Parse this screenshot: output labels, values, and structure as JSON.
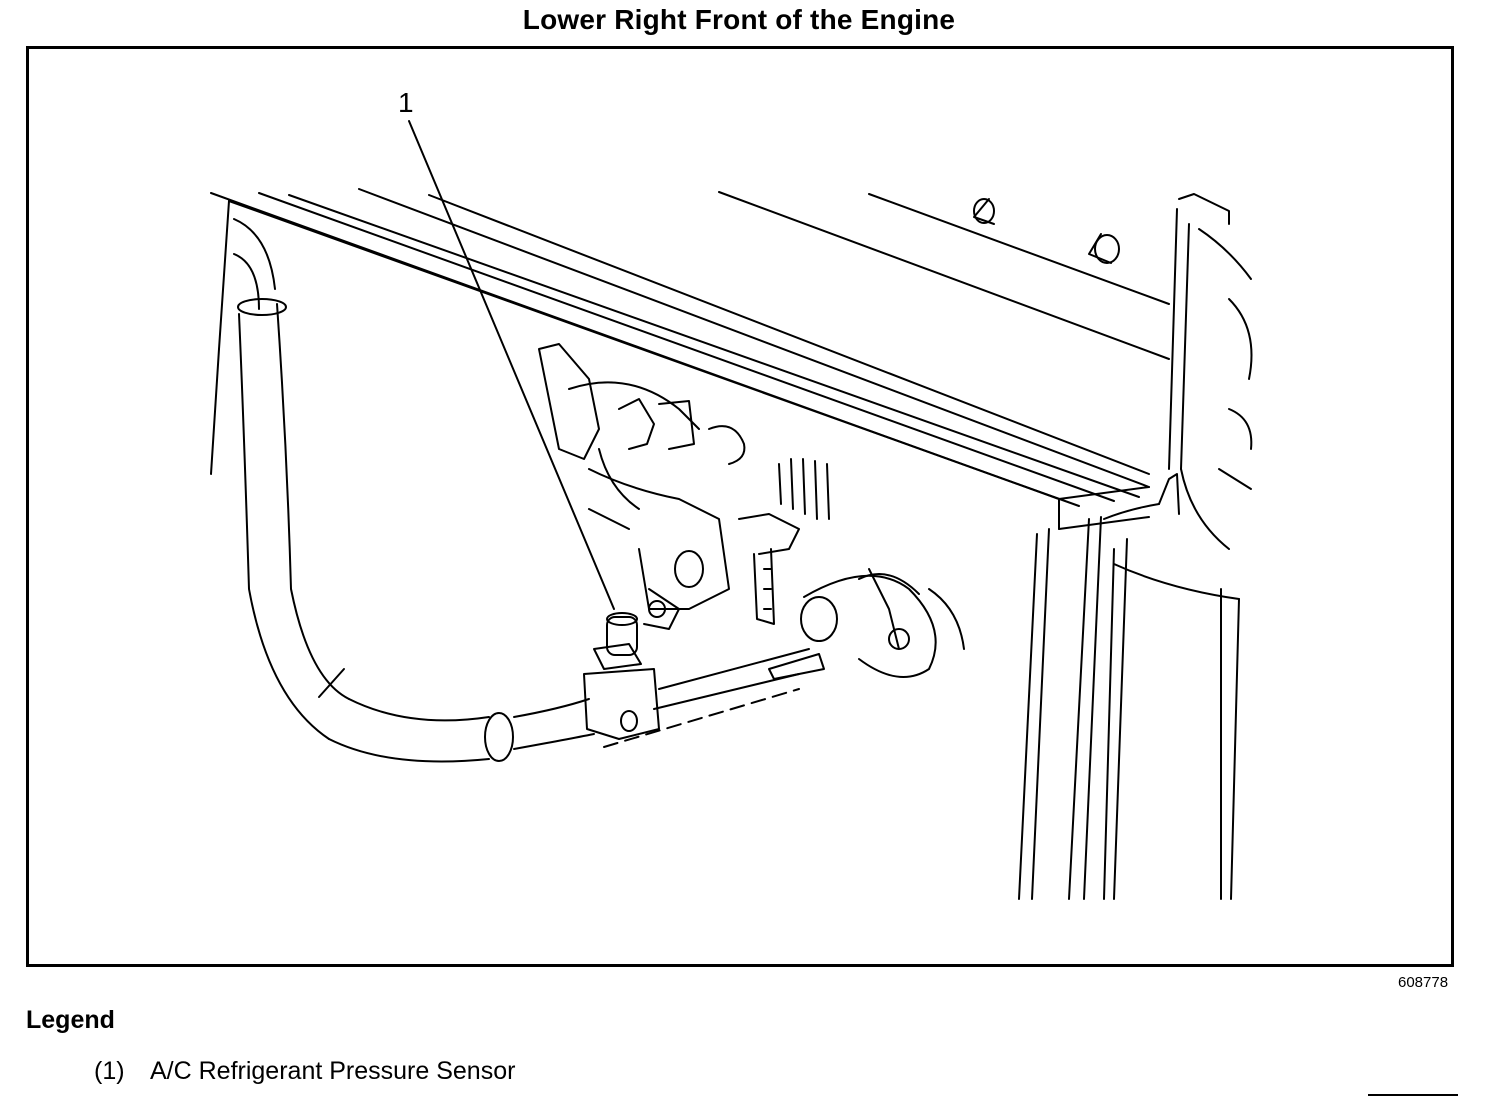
{
  "figure": {
    "title": "Lower Right Front of the Engine",
    "figure_id": "608778"
  },
  "callouts": [
    {
      "label": "1"
    }
  ],
  "legend": {
    "heading": "Legend",
    "items": [
      {
        "number": "(1)",
        "text": "A/C Refrigerant Pressure Sensor"
      }
    ]
  },
  "colors": {
    "line": "#000000",
    "background": "#ffffff"
  }
}
